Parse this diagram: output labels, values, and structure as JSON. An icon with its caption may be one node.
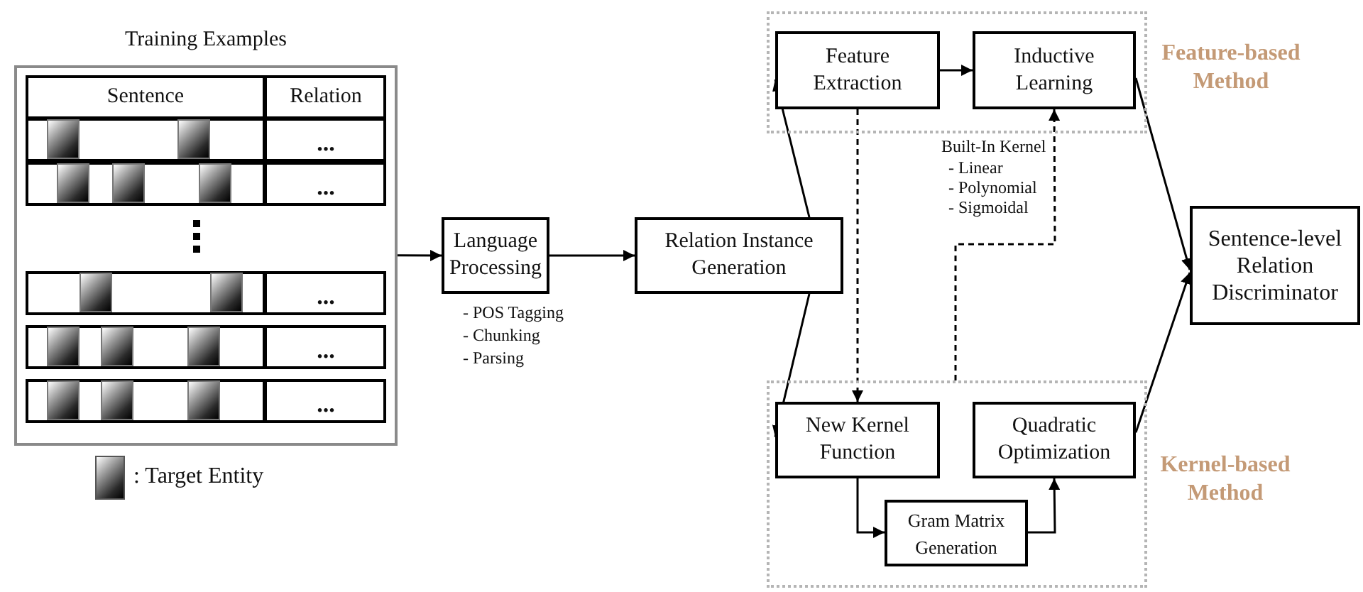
{
  "diagram": {
    "nodes": [
      {
        "text": [
          "Training Examples"
        ]
      },
      {
        "text": [
          "Language Processing"
        ],
        "beside": [
          "- POS Tagging",
          "- Chunking",
          "- Parsing"
        ]
      },
      {
        "text": [
          "Relation Instance Generation"
        ]
      },
      {
        "text": [
          "Feature-based Method"
        ]
      },
      {
        "text": [
          "Feature Extraction"
        ],
        "in": 3
      },
      {
        "text": [
          "Inductive Learning"
        ],
        "in": 3
      },
      {
        "text": [
          "Kernel-based Method"
        ]
      },
      {
        "text": [
          "New Kernel Function"
        ],
        "in": 6
      },
      {
        "text": [
          "Quadratic Optimization"
        ],
        "in": 6
      },
      {
        "text": [
          "Gram Matrix Generation"
        ],
        "in": 6
      },
      {
        "text": [
          "Sentence-level Relation Discriminator"
        ]
      }
    ],
    "edges": [
      {
        "from": 0,
        "to": 1,
        "arrow": "to"
      },
      {
        "from": 1,
        "to": 2,
        "arrow": "to"
      },
      {
        "from": 2,
        "to": 4,
        "arrow": "to"
      },
      {
        "from": 2,
        "to": 7,
        "arrow": "to"
      },
      {
        "from": 4,
        "to": 5,
        "arrow": "to"
      },
      {
        "from": 5,
        "to": 10,
        "arrow": "to"
      },
      {
        "from": 8,
        "to": 10,
        "arrow": "to"
      },
      {
        "from": 4,
        "to": 7,
        "arrow": "to",
        "style": "dashed"
      },
      {
        "from": 7,
        "to": 9,
        "arrow": "to"
      },
      {
        "from": 9,
        "to": 8,
        "arrow": "to"
      },
      {
        "from": 6,
        "to": 5,
        "arrow": "to",
        "style": "dashed",
        "label": "Built-In Kernel"
      }
    ],
    "labels": [
      "Sentence",
      "Relation",
      "...",
      "...",
      "...",
      "...",
      "...",
      "- Linear",
      "- Polynomial",
      "- Sigmoidal"
    ],
    "legend": [
      {
        "text": ": Target Entity"
      }
    ]
  }
}
